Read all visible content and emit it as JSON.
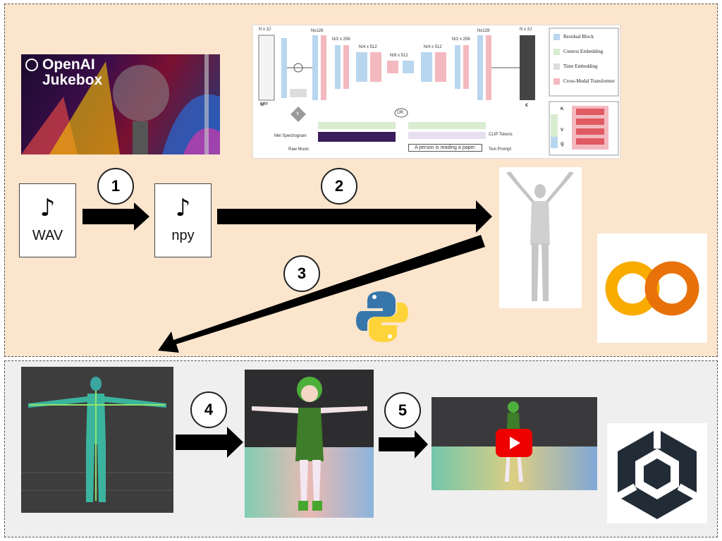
{
  "steps": {
    "s1": "1",
    "s2": "2",
    "s3": "3",
    "s4": "4",
    "s5": "5"
  },
  "files": {
    "wav_label": "WAV",
    "npy_label": "npy",
    "note_glyph": "♪"
  },
  "jukebox": {
    "brand": "OpenAI",
    "product": "Jukebox"
  },
  "model_diagram": {
    "dims": {
      "in": "N x 3J",
      "d1": "Nx128",
      "d2": "N/2 x 256",
      "d3": "N/4 x 512",
      "d4": "N/8 x 512",
      "d5": "N/4 x 512",
      "d6": "N/2 x 256",
      "d7": "Nx128",
      "out": "N x 3J"
    },
    "m_label": "M⁽ᵗ⁾",
    "t_label": "t",
    "eps_label": "ϵ",
    "or_label": "OR",
    "mel_label": "Mel Spectrogram",
    "raw_label": "Raw Music",
    "clip_label": "CLIP Tokens",
    "prompt_text": "A person is reading a paper.",
    "prompt_label": "Text Prompt",
    "legend": [
      "Residual Block",
      "Context Embedding",
      "Time Embedding",
      "Cross-Modal Transformer"
    ],
    "kvq": [
      "K",
      "V",
      "Q"
    ]
  },
  "colors": {
    "top_panel": "#fbe5cd",
    "bottom_panel": "#efefef",
    "arrow": "#000000",
    "colab_yellow": "#f9ab00",
    "colab_orange": "#e8710a",
    "python_blue": "#3776ab",
    "python_yellow": "#ffd43b",
    "youtube_red": "#ff0000",
    "unity_dark": "#222c37"
  },
  "icons": [
    "music-note-icon",
    "python-logo-icon",
    "colab-logo-icon",
    "unity-logo-icon",
    "youtube-play-icon",
    "openai-logo-icon"
  ]
}
